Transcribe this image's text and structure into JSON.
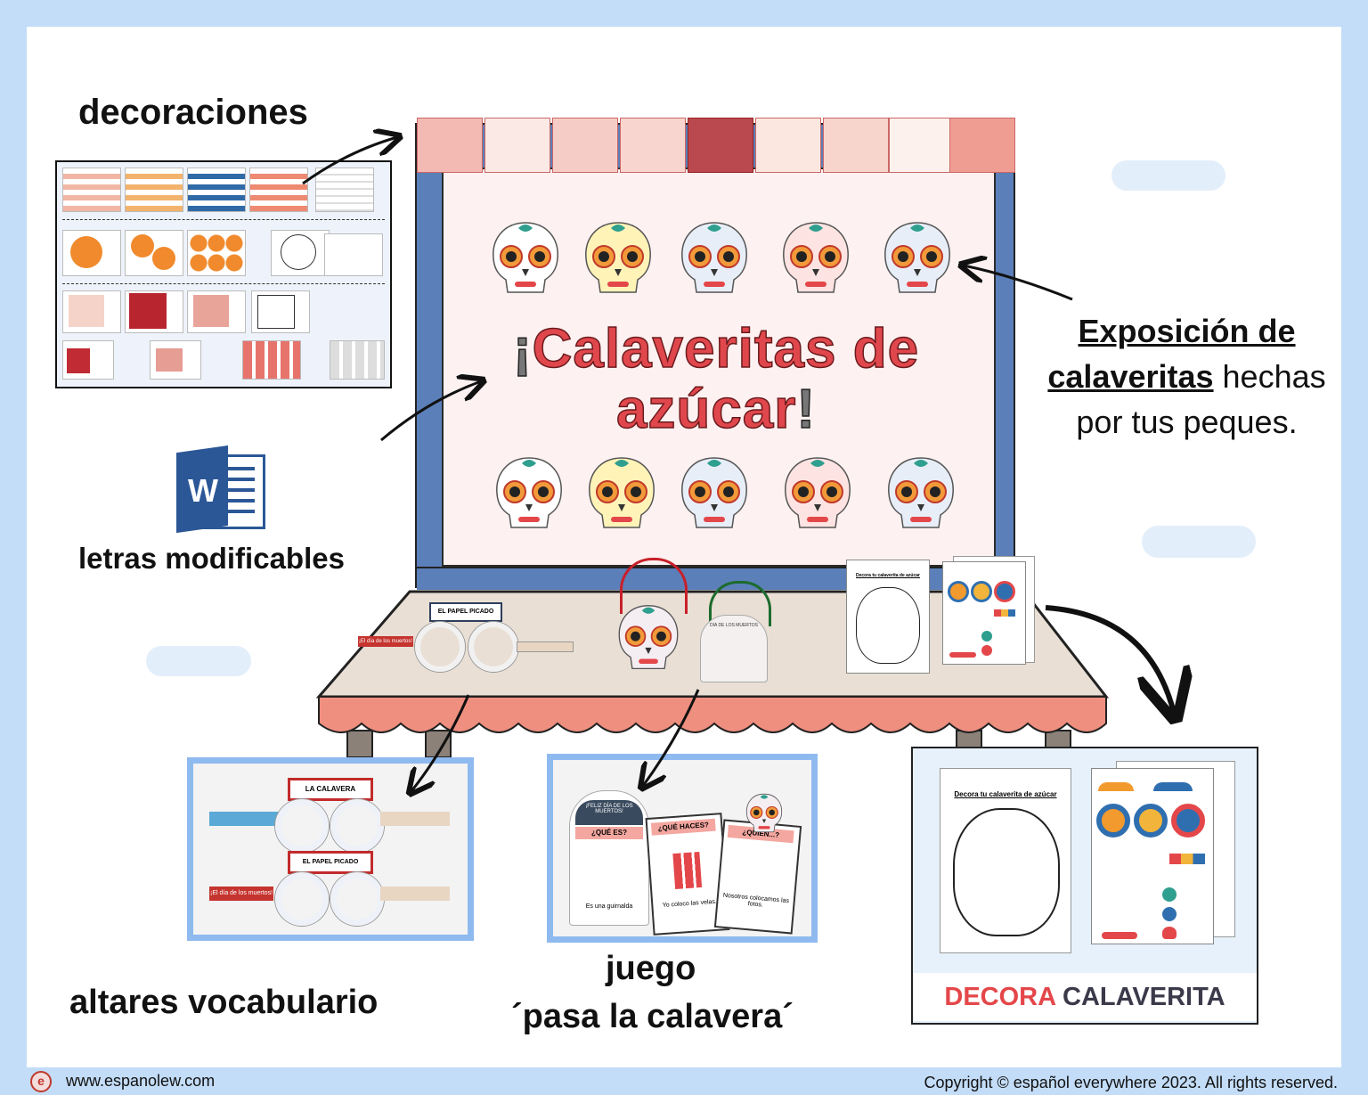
{
  "labels": {
    "decoraciones": "decoraciones",
    "letras_modificables": "letras modificables",
    "altares_vocabulario": "altares vocabulario",
    "juego_line1": "juego",
    "juego_line2": "´pasa la calavera´",
    "exposicion_underlined_1": "Exposición de",
    "exposicion_underlined_2": "calaveritas",
    "exposicion_rest_2": " hechas",
    "exposicion_line3": "por tus peques."
  },
  "board": {
    "title_open": "¡",
    "title_line1": "Calaveritas de",
    "title_line2": "azúcar",
    "title_close": "!"
  },
  "table_items": {
    "glasses_sign": "EL PAPEL PICADO",
    "glasses_banner": "¡El día de los muertos!",
    "bag_sign": "DÍA DE LOS MUERTOS",
    "worksheet_title": "Decora tu calaverita de azúcar"
  },
  "photo_altares": {
    "sign_top": "LA CALAVERA",
    "sign_bottom": "EL PAPEL PICADO",
    "banner": "¡El día de los muertos!"
  },
  "photo_juego": {
    "card_header": "¡FELIZ DÍA DE LOS MUERTOS!",
    "card1_title": "¿QUÉ ES?",
    "card1_text": "Es una guirnalda",
    "card2_title": "¿QUÉ HACES?",
    "card2_text": "Yo coloco las velas.",
    "card3_title": "¿QUIÉN...?",
    "card3_text": "Nosotros colocamos las fotos."
  },
  "decora": {
    "sheet_title": "Decora tu calaverita de azúcar",
    "banner_red": "DECORA",
    "banner_dark": " CALAVERITA"
  },
  "footer": {
    "website": "www.espanolew.com",
    "copyright": "Copyright © español everywhere 2023. All rights reserved."
  },
  "colors": {
    "background": "#c3dcf7",
    "board_frame": "#5b7fb9",
    "board_fill": "#fdf1f1",
    "title_red": "#e0474c",
    "table_top": "#e9dfd4",
    "tablecloth": "#ef8f7f",
    "photo_border": "#8fbaf0"
  },
  "icons": {
    "word": "microsoft-word-icon",
    "logo": "espanol-everywhere-logo-icon"
  }
}
